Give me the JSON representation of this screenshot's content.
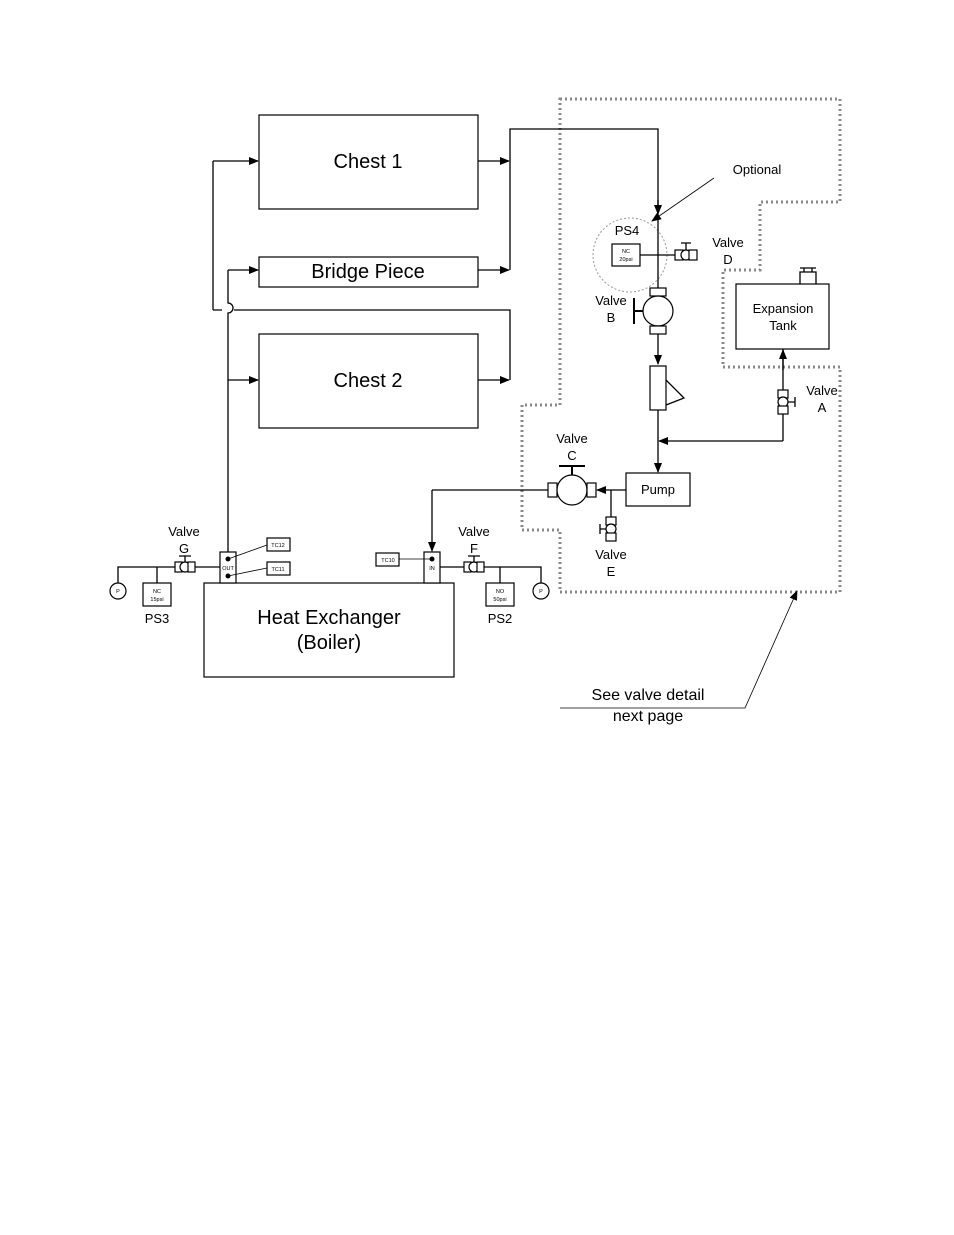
{
  "diagram": {
    "chest1": "Chest 1",
    "bridge": "Bridge Piece",
    "chest2": "Chest 2",
    "heat_exchanger_line1": "Heat Exchanger",
    "heat_exchanger_line2": "(Boiler)",
    "expansion_line1": "Expansion",
    "expansion_line2": "Tank",
    "pump": "Pump",
    "optional": "Optional",
    "see_detail_line1": "See valve detail",
    "see_detail_line2": "next page",
    "valve_word": "Valve",
    "valves": {
      "a": "A",
      "b": "B",
      "c": "C",
      "d": "D",
      "e": "E",
      "f": "F",
      "g": "G"
    },
    "ps4": {
      "name": "PS4",
      "state": "NC",
      "rating": "20psi"
    },
    "ps3": {
      "name": "PS3",
      "state": "NC",
      "rating": "15psi"
    },
    "ps2": {
      "name": "PS2",
      "state": "NO",
      "rating": "50psi"
    },
    "tc10": "TC10",
    "tc11": "TC11",
    "tc12": "TC12",
    "out_port": "OUT",
    "in_port": "IN",
    "gauge_symbol": "P"
  }
}
